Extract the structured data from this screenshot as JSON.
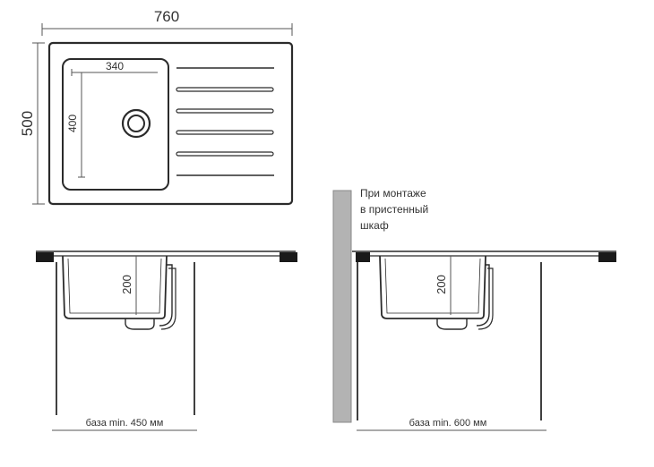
{
  "top_view": {
    "width_label": "760",
    "depth_label": "500",
    "bowl_width_label": "340",
    "bowl_depth_label": "400"
  },
  "side_view_left": {
    "depth_label": "200",
    "base_label": "база min. 450 мм"
  },
  "side_view_right": {
    "depth_label": "200",
    "base_label": "база min. 600 мм",
    "note_lines": [
      "При монтаже",
      "в пристенный",
      "шкаф"
    ]
  },
  "colors": {
    "line": "#2b2b2b",
    "dim_line": "#555555",
    "wall_fill": "#b3b3b3",
    "black": "#1a1a1a"
  }
}
